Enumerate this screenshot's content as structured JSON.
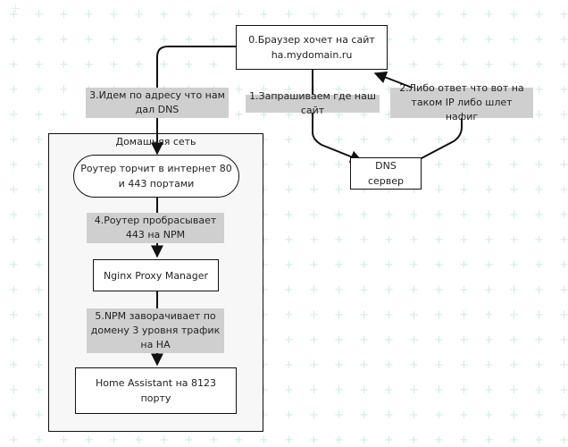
{
  "nodes": {
    "browser": "0.Браузер хочет на сайт ha.mydomain.ru",
    "dns": "DNS сервер",
    "router": "Роутер торчит в интернет 80 и 443 портами",
    "npm": "Nginx Proxy Manager",
    "ha": "Home Assistant на 8123 порту"
  },
  "cluster": {
    "title": "Домашняя сеть"
  },
  "edges": {
    "e1": "1.Запрашиваем где наш сайт",
    "e2": "2.Либо ответ что вот на таком IP либо шлет нафиг",
    "e3": "3.Идем по адресу что нам дал DNS",
    "e4": "4.Роутер пробрасывает 443 на NPM",
    "e5": "5.NPM заворачивает по домену 3 уровня трафик на HA"
  },
  "colors": {
    "background_grid": "#cfeee0",
    "edge_label_bg": "#cfcfcf",
    "cluster_bg": "#f7f7f7",
    "stroke": "#111111"
  }
}
